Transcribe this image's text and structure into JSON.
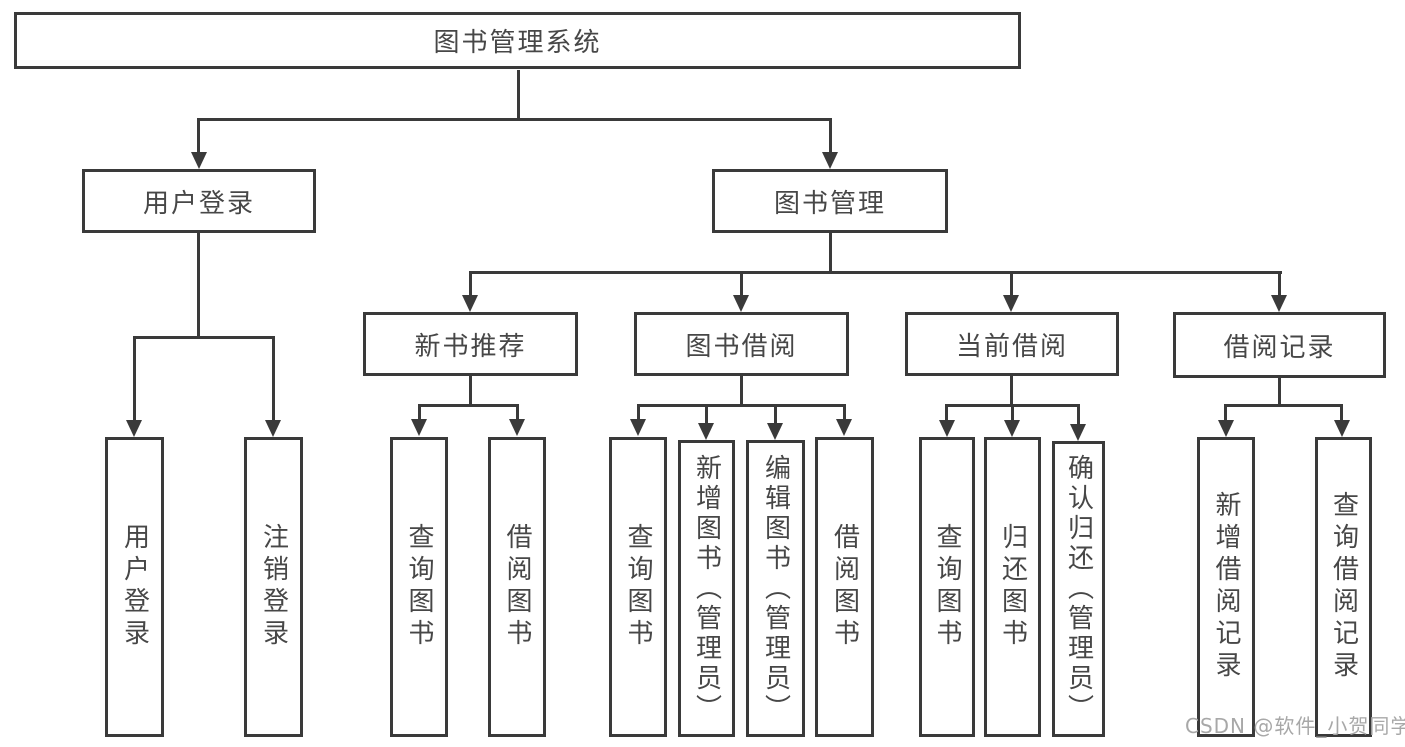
{
  "colors": {
    "line": "#3a3a3a",
    "text": "#474747",
    "background": "#ffffff",
    "watermark": "#a8a8a8"
  },
  "root": {
    "label": "图书管理系统"
  },
  "branches": {
    "user": {
      "label": "用户登录",
      "children": [
        {
          "label": "用户登录"
        },
        {
          "label": "注销登录"
        }
      ]
    },
    "book": {
      "label": "图书管理",
      "sections": [
        {
          "label": "新书推荐",
          "children": [
            {
              "label": "查询图书"
            },
            {
              "label": "借阅图书"
            }
          ]
        },
        {
          "label": "图书借阅",
          "children": [
            {
              "label": "查询图书"
            },
            {
              "label": "新增图书（管理员）"
            },
            {
              "label": "编辑图书（管理员）"
            },
            {
              "label": "借阅图书"
            }
          ]
        },
        {
          "label": "当前借阅",
          "children": [
            {
              "label": "查询图书"
            },
            {
              "label": "归还图书"
            },
            {
              "label": "确认归还（管理员）"
            }
          ]
        },
        {
          "label": "借阅记录",
          "children": [
            {
              "label": "新增借阅记录"
            },
            {
              "label": "查询借阅记录"
            }
          ]
        }
      ]
    }
  },
  "watermark": {
    "text": "CSDN @软件_小贺同学"
  }
}
